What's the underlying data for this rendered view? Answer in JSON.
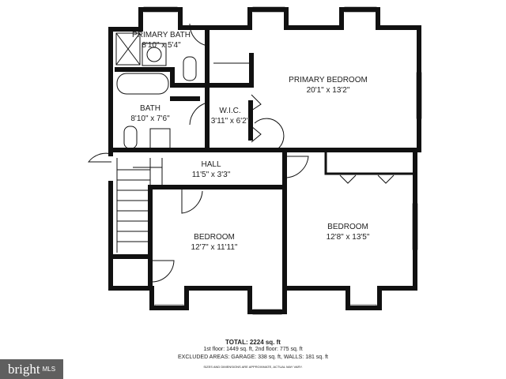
{
  "rooms": {
    "primary_bath": {
      "name": "PRIMARY BATH",
      "size": "8'10\" x 5'4\""
    },
    "bath": {
      "name": "BATH",
      "size": "8'10\" x 7'6\""
    },
    "wic": {
      "name": "W.I.C.",
      "size": "3'11\" x 6'2\""
    },
    "primary_bedroom": {
      "name": "PRIMARY BEDROOM",
      "size": "20'1\" x 13'2\""
    },
    "hall": {
      "name": "HALL",
      "size": "11'5\" x 3'3\""
    },
    "bedroom_left": {
      "name": "BEDROOM",
      "size": "12'7\" x 11'11\""
    },
    "bedroom_right": {
      "name": "BEDROOM",
      "size": "12'8\" x 13'5\""
    }
  },
  "footer": {
    "total": "TOTAL: 2224 sq. ft",
    "floors": "1st floor: 1449 sq. ft, 2nd floor: 775 sq. ft",
    "excluded": "EXCLUDED AREAS: GARAGE: 338 sq. ft, WALLS: 181 sq. ft",
    "disclaimer": "SIZES AND DIMENSIONS ARE APPROXIMATE, ACTUAL MAY VARY."
  },
  "logo": {
    "brand": "bright",
    "suffix": "MLS",
    "bg_color": "#5f5f5f"
  }
}
